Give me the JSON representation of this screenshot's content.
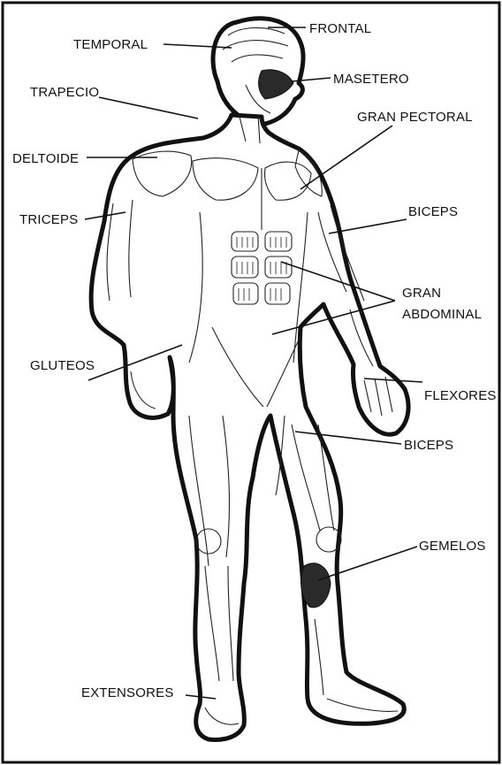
{
  "labels": {
    "frontal": "FRONTAL",
    "temporal": "TEMPORAL",
    "masetero": "MASETERO",
    "trapecio": "TRAPECIO",
    "gran_pectoral": "GRAN PECTORAL",
    "deltoide": "DELTOIDE",
    "triceps": "TRICEPS",
    "biceps_arm": "BICEPS",
    "gran_abdominal_1": "GRAN",
    "gran_abdominal_2": "ABDOMINAL",
    "gluteos": "GLUTEOS",
    "flexores": "FLEXORES",
    "biceps_leg": "BICEPS",
    "gemelos": "GEMELOS",
    "extensores": "EXTENSORES"
  },
  "colors": {
    "ink": "#111111",
    "paper": "#ffffff"
  }
}
